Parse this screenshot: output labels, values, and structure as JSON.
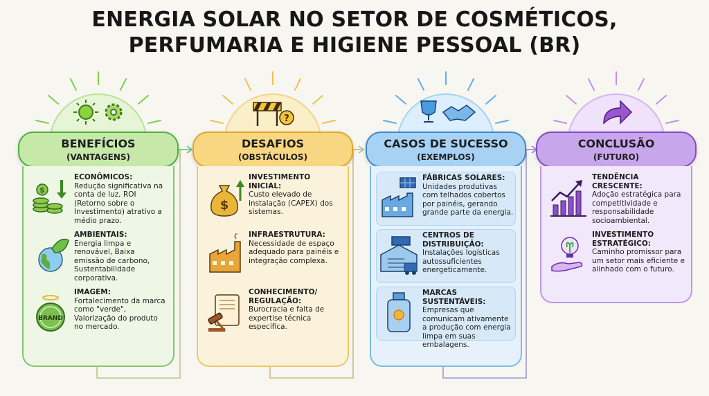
{
  "title": {
    "line1": "ENERGIA SOLAR NO SETOR DE COSMÉTICOS,",
    "line2": "PERFUMARIA E HIGIENE PESSOAL (BR)"
  },
  "columns": [
    {
      "heading": "BENEFÍCIOS",
      "subheading": "(VANTAGENS)",
      "color": "#3fae3a",
      "items": [
        {
          "label": "ECONÔMICOS:",
          "text": "Redução significativa na conta de luz, ROI (Retorno sobre o Investimento) atrativo a médio prazo.",
          "icon": "money-stack-icon"
        },
        {
          "label": "AMBIENTAIS:",
          "text": "Energia limpa e renovável, Baixa emissão de carbono, Sustentabilidade corporativa.",
          "icon": "leaf-globe-icon"
        },
        {
          "label": "IMAGEM:",
          "text": "Fortalecimento da marca como \"verde\", Valorização do produto no mercado.",
          "icon": "brand-seal-icon",
          "icon_text": "BRAND"
        }
      ]
    },
    {
      "heading": "DESAFIOS",
      "subheading": "(OBSTÁCULOS)",
      "color": "#f2b233",
      "items": [
        {
          "label": "INVESTIMENTO INICIAL:",
          "text": "Custo elevado de instalação (CAPEX) dos sistemas.",
          "icon": "money-bag-icon"
        },
        {
          "label": "INFRAESTRUTURA:",
          "text": "Necessidade de espaço adequado para painéis e integração complexa.",
          "icon": "factory-icon"
        },
        {
          "label": "CONHECIMENTO/ REGULAÇÃO:",
          "text": "Burocracia e falta de expertise técnica específica.",
          "icon": "gavel-document-icon"
        }
      ]
    },
    {
      "heading": "CASOS DE SUCESSO",
      "subheading": "(EXEMPLOS)",
      "color": "#3d92d8",
      "items": [
        {
          "label": "FÁBRICAS SOLARES:",
          "text": "Unidades produtivas com telhados cobertos por painéis, gerando grande parte da energia.",
          "icon": "solar-factory-icon"
        },
        {
          "label": "CENTROS DE DISTRIBUIÇÃO:",
          "text": "Instalações logísticas autossuficientes energeticamente.",
          "icon": "warehouse-truck-icon"
        },
        {
          "label": "MARCAS SUSTENTÁVEIS:",
          "text": "Empresas que comunicam ativamente a produção com energia limpa em suas embalagens.",
          "icon": "solar-bottle-icon"
        }
      ]
    },
    {
      "heading": "CONCLUSÃO",
      "subheading": "(FUTURO)",
      "color": "#9a5fd1",
      "items": [
        {
          "label": "TENDÊNCIA CRESCENTE:",
          "text": "Adoção estratégica para competitividade e responsabilidade socioambiental.",
          "icon": "growth-chart-icon"
        },
        {
          "label": "INVESTIMENTO ESTRATÉGICO:",
          "text": "Caminho promissor para um setor mais eficiente e alinhado com o futuro.",
          "icon": "lightbulb-hand-icon"
        }
      ]
    }
  ]
}
